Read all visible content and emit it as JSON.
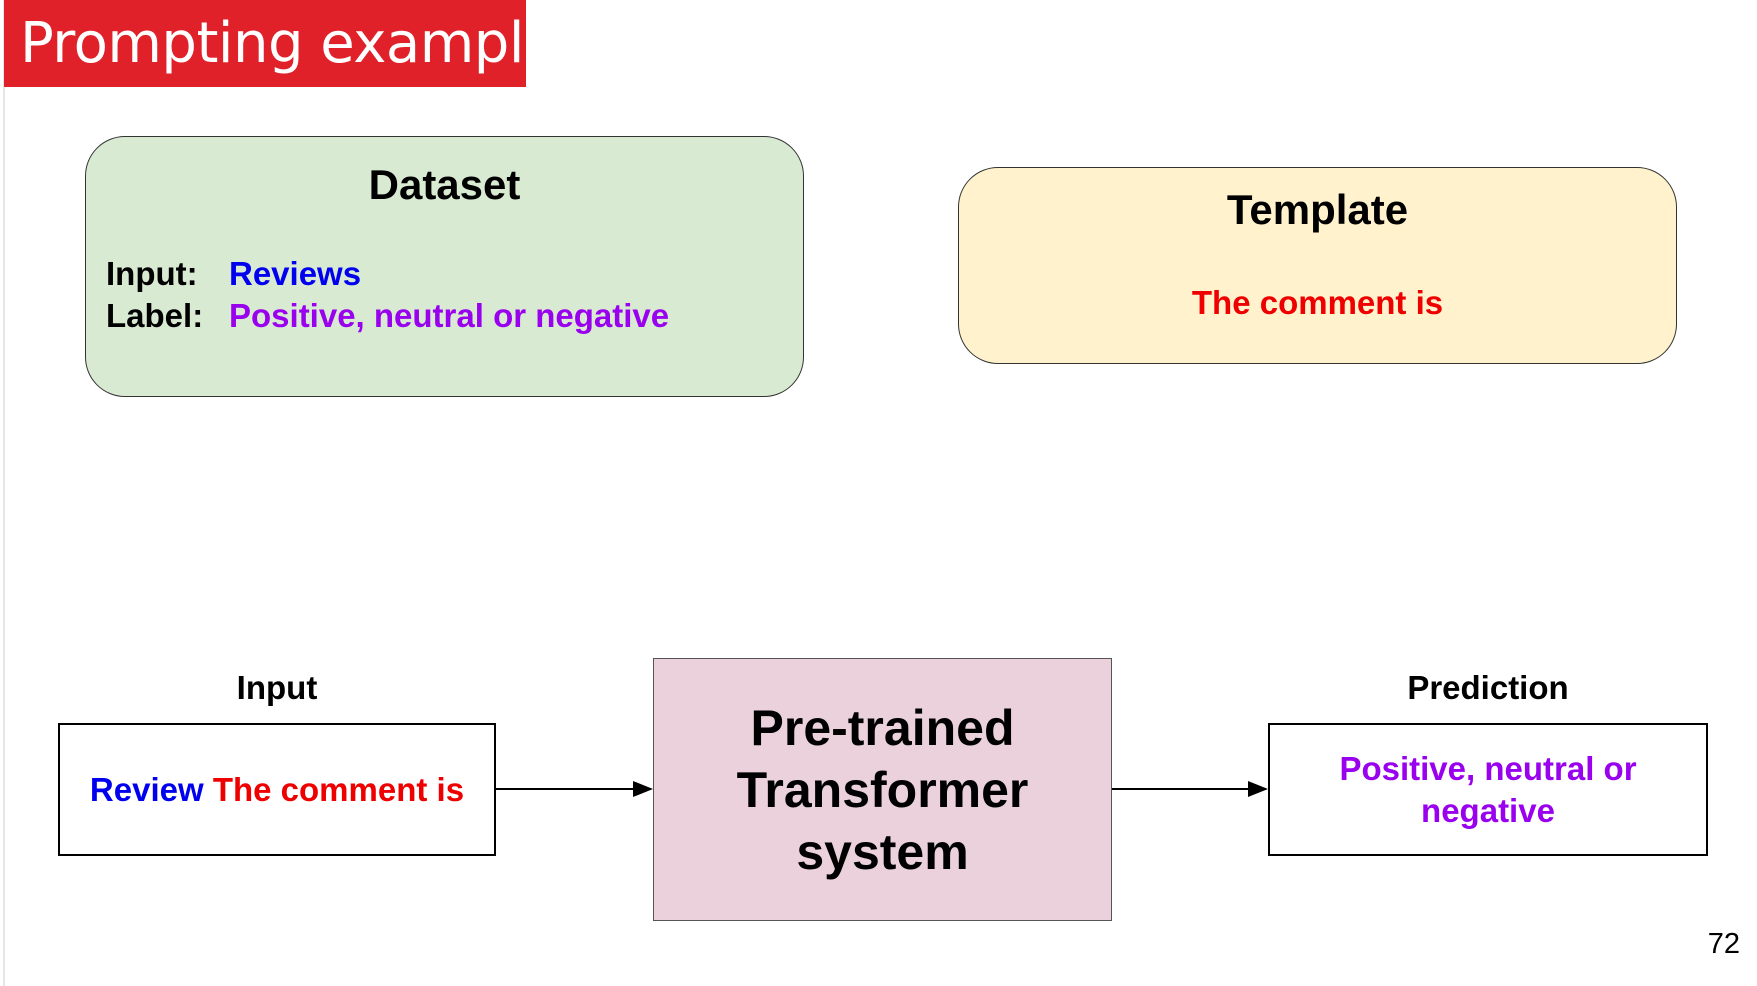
{
  "slide": {
    "title": "Prompting example",
    "page_number": "72"
  },
  "dataset": {
    "heading": "Dataset",
    "input_key": "Input:",
    "input_value": "Reviews",
    "label_key": "Label:",
    "label_value": "Positive, neutral or negative"
  },
  "template": {
    "heading": "Template",
    "text": "The comment is"
  },
  "flow": {
    "input_label": "Input",
    "input_part1": "Review",
    "input_part2": "The comment is",
    "model_text": "Pre-trained Transformer system",
    "prediction_label": "Prediction",
    "prediction_text": "Positive, neutral or negative"
  },
  "colors": {
    "banner": "#e02129",
    "dataset_fill": "#d9ead3",
    "template_fill": "#fff2cc",
    "model_fill": "#ead1dc",
    "review_text": "#0000ee",
    "template_text": "#ee0000",
    "label_text": "#9900ee"
  }
}
